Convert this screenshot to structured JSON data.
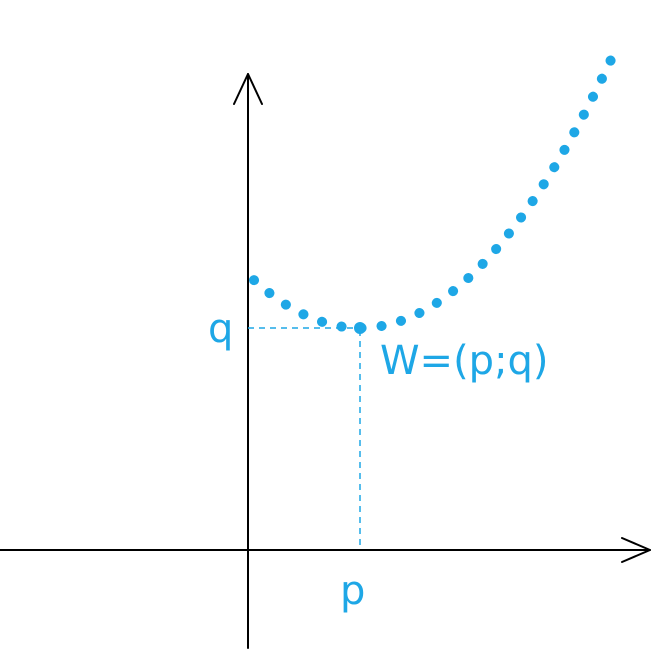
{
  "colors": {
    "accent": "#1ea7e6",
    "axis": "#000000"
  },
  "labels": {
    "q": "q",
    "p": "p",
    "vertex": "W=(p;q)"
  },
  "icons": {
    "x_axis_arrow": "arrow-right-icon",
    "y_axis_arrow": "arrow-up-icon"
  }
}
